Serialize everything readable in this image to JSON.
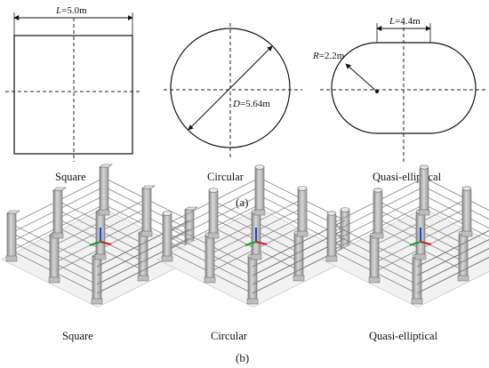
{
  "panel_a": {
    "label": "(a)",
    "shapes": [
      {
        "caption": "Square",
        "dimension_var": "L",
        "dimension_value": "=5.0m"
      },
      {
        "caption": "Circular",
        "dimension_var": "D",
        "dimension_value": "=5.64m"
      },
      {
        "caption": "Quasi-elliptical",
        "dimension_var_L": "L",
        "dimension_value_L": "=4.4m",
        "dimension_var_R": "R",
        "dimension_value_R": "=2.2m"
      }
    ]
  },
  "panel_b": {
    "label": "(b)",
    "models": [
      {
        "caption": "Square"
      },
      {
        "caption": "Circular"
      },
      {
        "caption": "Quasi-elliptical"
      }
    ]
  },
  "colors": {
    "line": "#111111",
    "column_fill": "#cfcfcf",
    "column_shade": "#9a9a9a",
    "axis_x": "#d02020",
    "axis_y": "#20a020",
    "axis_z": "#2040d0"
  }
}
